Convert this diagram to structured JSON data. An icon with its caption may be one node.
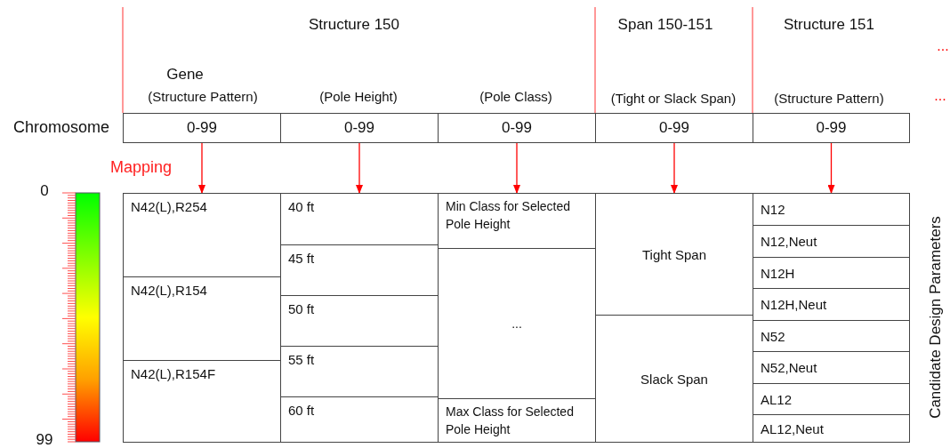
{
  "diagram": {
    "nodes": [
      {
        "text": [
          "0-99"
        ]
      },
      {
        "text": [
          "0-99"
        ]
      },
      {
        "text": [
          "0-99"
        ]
      },
      {
        "text": [
          "0-99"
        ]
      },
      {
        "text": [
          "0-99"
        ]
      },
      {
        "text": [],
        "shape": "box"
      },
      {
        "text": [
          "N42(L),R254"
        ],
        "in": 5
      },
      {
        "text": [
          "N42(L),R154"
        ],
        "in": 5
      },
      {
        "text": [
          "N42(L),R154F"
        ],
        "in": 5
      },
      {
        "text": [],
        "shape": "box"
      },
      {
        "text": [
          "40 ft"
        ],
        "in": 9
      },
      {
        "text": [
          "45 ft"
        ],
        "in": 9
      },
      {
        "text": [
          "50 ft"
        ],
        "in": 9
      },
      {
        "text": [
          "55 ft"
        ],
        "in": 9
      },
      {
        "text": [
          "60 ft"
        ],
        "in": 9
      },
      {
        "text": [],
        "shape": "box"
      },
      {
        "text": [
          "Min Class for Selected Pole Height"
        ],
        "in": 15
      },
      {
        "text": [
          "..."
        ],
        "in": 15
      },
      {
        "text": [
          "Max Class for Selected Pole Height"
        ],
        "in": 15
      },
      {
        "text": [],
        "shape": "box"
      },
      {
        "text": [
          "Tight Span"
        ],
        "in": 19
      },
      {
        "text": [
          "Slack Span"
        ],
        "in": 19
      },
      {
        "text": [],
        "shape": "box"
      },
      {
        "text": [
          "N12"
        ],
        "in": 22
      },
      {
        "text": [
          "N12,Neut"
        ],
        "in": 22
      },
      {
        "text": [
          "N12H"
        ],
        "in": 22
      },
      {
        "text": [
          "N12H,Neut"
        ],
        "in": 22
      },
      {
        "text": [
          "N52"
        ],
        "in": 22
      },
      {
        "text": [
          "N52,Neut"
        ],
        "in": 22
      },
      {
        "text": [
          "AL12"
        ],
        "in": 22
      },
      {
        "text": [
          "AL12,Neut"
        ],
        "in": 22
      }
    ],
    "edges": [
      {
        "from": 0,
        "to": 5,
        "arrow": "to"
      },
      {
        "from": 1,
        "to": 9,
        "arrow": "to"
      },
      {
        "from": 2,
        "to": 15,
        "arrow": "to"
      },
      {
        "from": 3,
        "to": 19,
        "arrow": "to"
      },
      {
        "from": 4,
        "to": 22,
        "arrow": "to"
      }
    ],
    "labels": [
      "Structure 150",
      "Span 150-151",
      "Structure 151",
      "...",
      "Gene",
      "(Structure Pattern)",
      "(Pole Height)",
      "(Pole Class)",
      "(Tight or Slack Span)",
      "(Structure Pattern)",
      "...",
      "Chromosome",
      "Mapping",
      "0",
      "99",
      "Candidate Design Parameters"
    ]
  }
}
